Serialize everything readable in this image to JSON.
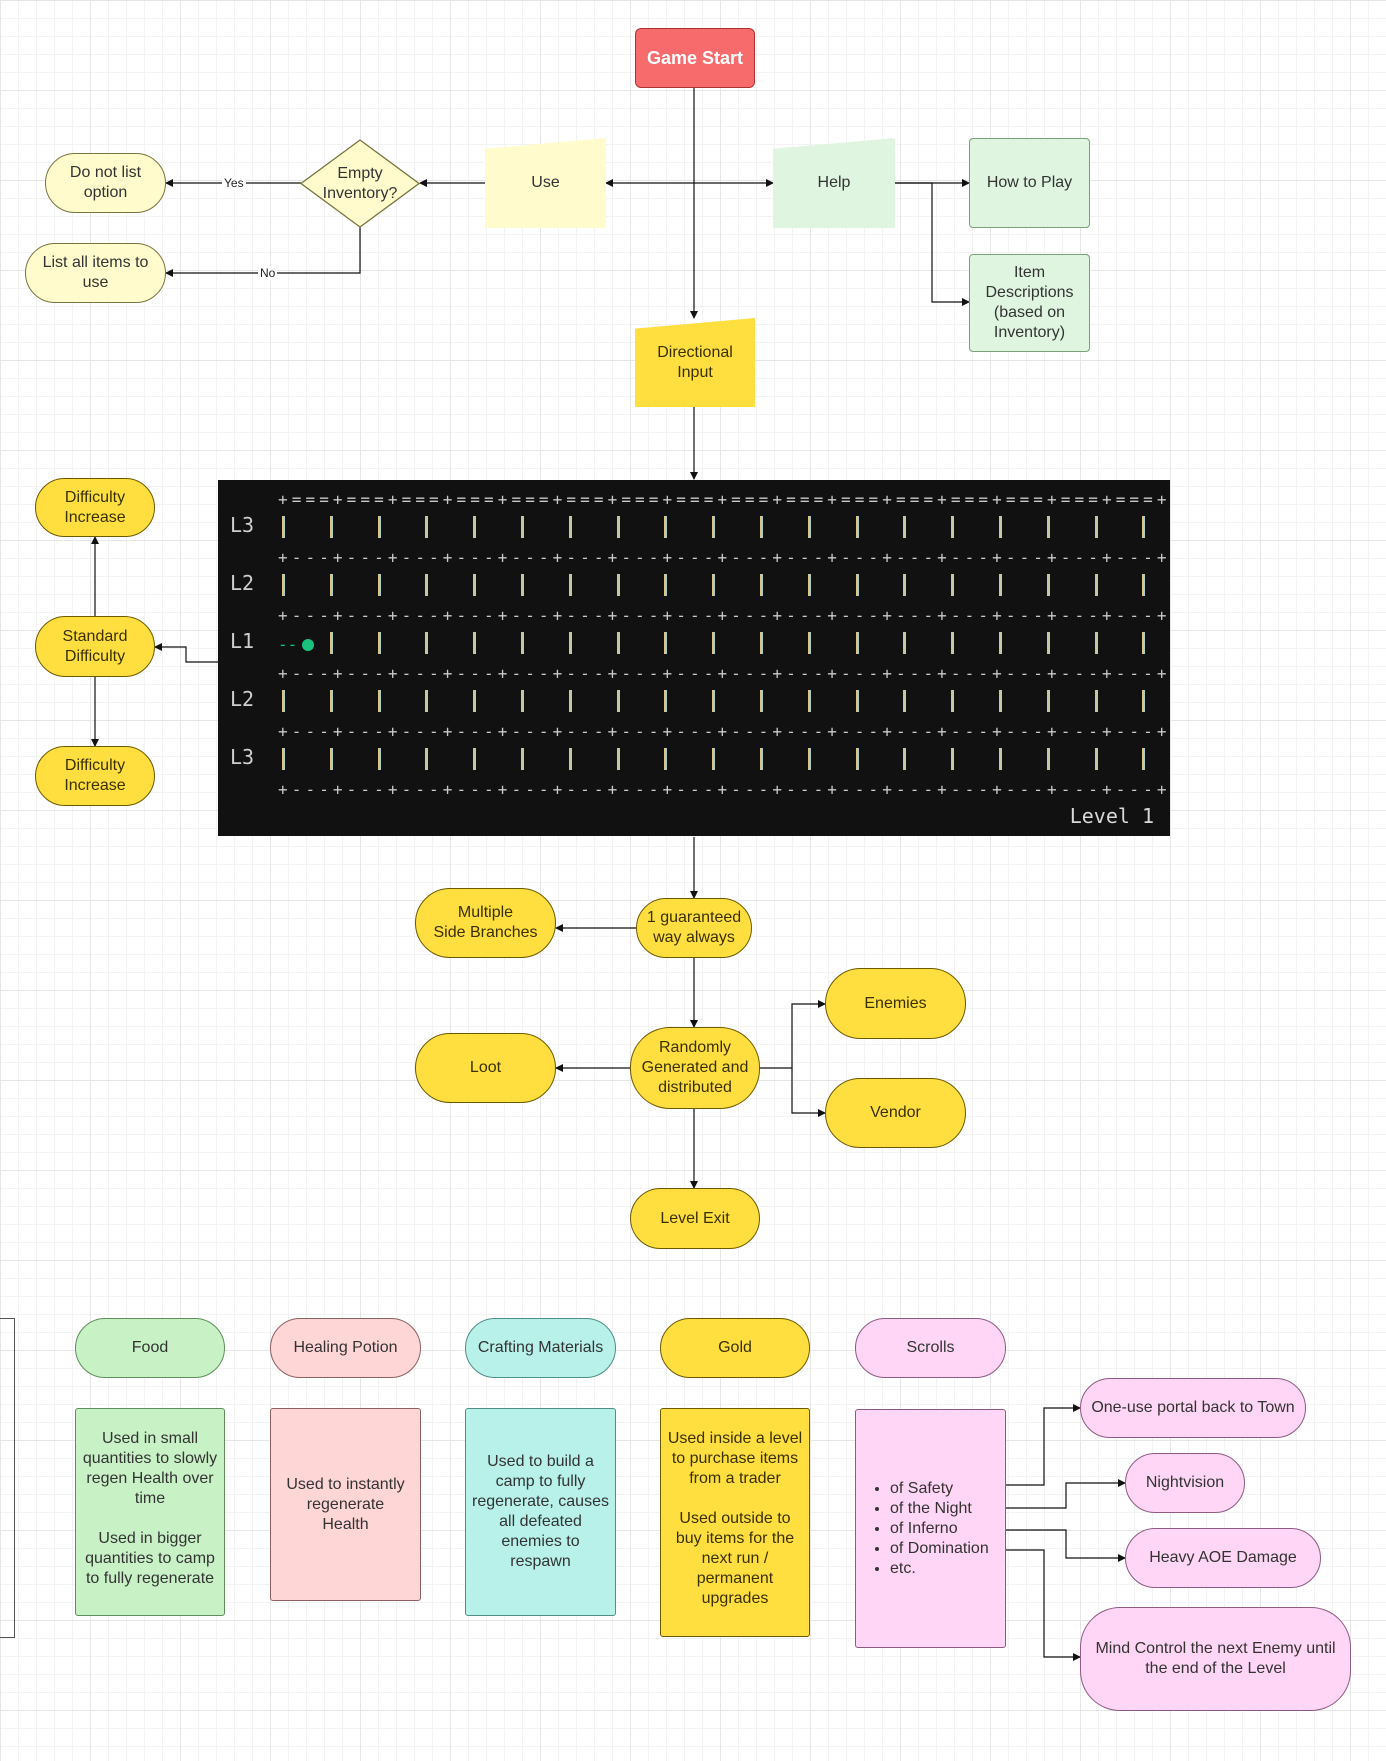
{
  "nodes": {
    "game_start": "Game Start",
    "use": "Use",
    "help": "Help",
    "how_to_play": "How to Play",
    "item_descriptions": "Item\nDescriptions\n(based on\nInventory)",
    "empty_inventory": "Empty\nInventory?",
    "do_not_list": "Do not list\noption",
    "list_all": "List all items to\nuse",
    "directional_input": "Directional\nInput",
    "difficulty_increase_top": "Difficulty\nIncrease",
    "standard_difficulty": "Standard\nDifficulty",
    "difficulty_increase_bottom": "Difficulty\nIncrease",
    "guaranteed_way": "1 guaranteed\nway always",
    "multiple_side_branches": "Multiple\nSide Branches",
    "randomly_generated": "Randomly\nGenerated and\ndistributed",
    "loot": "Loot",
    "enemies": "Enemies",
    "vendor": "Vendor",
    "level_exit": "Level Exit"
  },
  "edge_labels": {
    "yes": "Yes",
    "no": "No"
  },
  "terminal": {
    "row_labels": [
      "L3",
      "L2",
      "L1",
      "L2",
      "L3"
    ],
    "level_label": "Level 1",
    "player_trail": "--"
  },
  "loot_types": [
    {
      "name": "Food",
      "description": "Used in small\nquantities to slowly\nregen Health over\ntime\n\nUsed in bigger\nquantities to camp\nto fully regenerate"
    },
    {
      "name": "Healing Potion",
      "description": "Used to instantly\nregenerate\nHealth"
    },
    {
      "name": "Crafting Materials",
      "description": "Used to build a\ncamp to fully\nregenerate, causes\nall defeated\nenemies to\nrespawn"
    },
    {
      "name": "Gold",
      "description": "Used inside a level\nto purchase items\nfrom a trader\n\nUsed outside to\nbuy items for the\nnext run /\npermanent\nupgrades"
    },
    {
      "name": "Scrolls",
      "description": ""
    }
  ],
  "scroll_items": [
    "of Safety",
    "of the Night",
    "of Inferno",
    "of Domination",
    "etc."
  ],
  "scroll_effects": [
    "One-use portal back to Town",
    "Nightvision",
    "Heavy AOE Damage",
    "Mind Control the next Enemy until\nthe end of the Level"
  ],
  "colors": {
    "start": "#f76b6d",
    "yellow": "#ffdf3f",
    "light_yellow": "#fffbcc",
    "light_green": "#dff5e0",
    "food_green": "#c8f2c6",
    "potion_pink": "#ffd6d6",
    "crafting_cyan": "#b8f1ea",
    "scroll_magenta": "#ffd6f5",
    "terminal_bg": "#111111",
    "player_green": "#19c37d"
  }
}
